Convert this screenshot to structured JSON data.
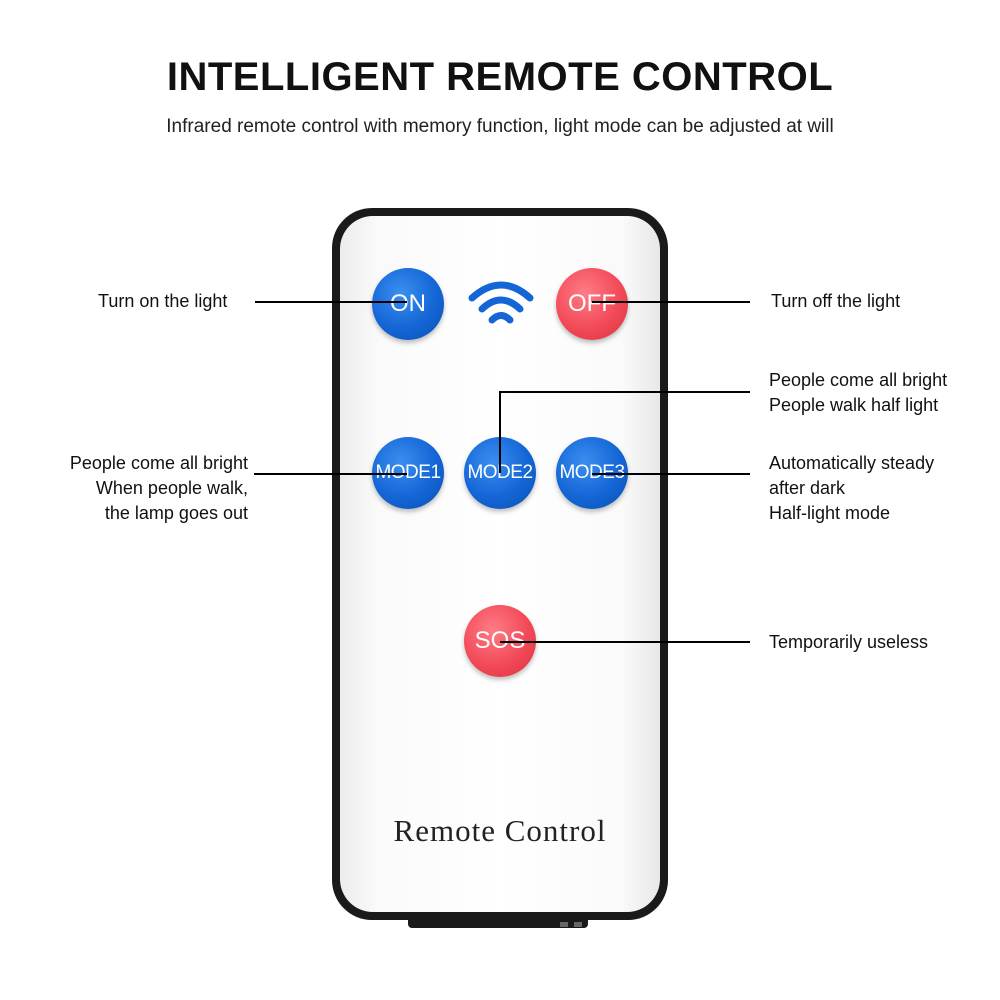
{
  "header": {
    "title": "INTELLIGENT REMOTE CONTROL",
    "subtitle": "Infrared remote control with memory function, light mode can be adjusted at will"
  },
  "remote": {
    "brand_label": "Remote Control",
    "buttons": {
      "on": "ON",
      "off": "OFF",
      "mode1": "MODE1",
      "mode2": "MODE2",
      "mode3": "MODE3",
      "sos": "SOS"
    },
    "signal_icon": "wifi-signal-icon"
  },
  "annotations": {
    "on": "Turn on the light",
    "off": "Turn off the light",
    "mode2": [
      "People come all bright",
      "People walk half light"
    ],
    "mode1": [
      "People come all bright",
      "When people walk,",
      "the lamp goes out"
    ],
    "mode3": [
      "Automatically steady",
      "after dark",
      "Half-light mode"
    ],
    "sos": "Temporarily useless"
  },
  "colors": {
    "blue_button": "#1466d6",
    "red_button": "#f24a58",
    "remote_body": "#1a1a1a"
  }
}
